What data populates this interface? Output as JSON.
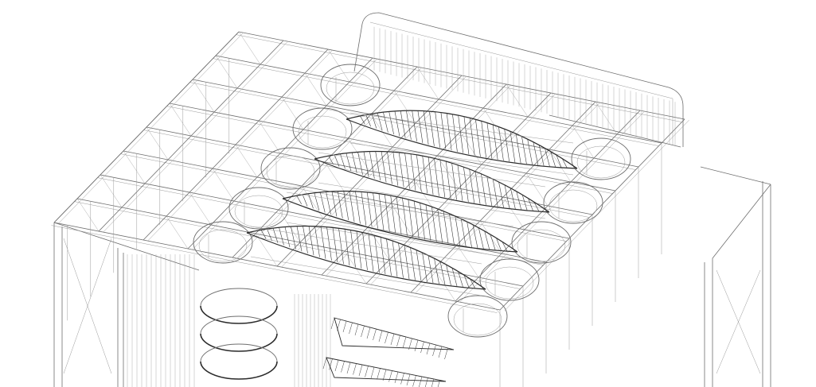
{
  "drawing": {
    "type": "axonometric wireframe",
    "colors": {
      "background": "#ffffff",
      "line": "#6e6e6e",
      "light_line": "#9a9a9a",
      "dark_line": "#2b2b2b",
      "hatch": "#3a3a3a"
    },
    "elements": [
      "roof-grid",
      "vertical-shafts",
      "circular-light-wells",
      "lens-shaped-skylight-voids",
      "lower-floor-voids",
      "corner-tower-blocks"
    ]
  }
}
